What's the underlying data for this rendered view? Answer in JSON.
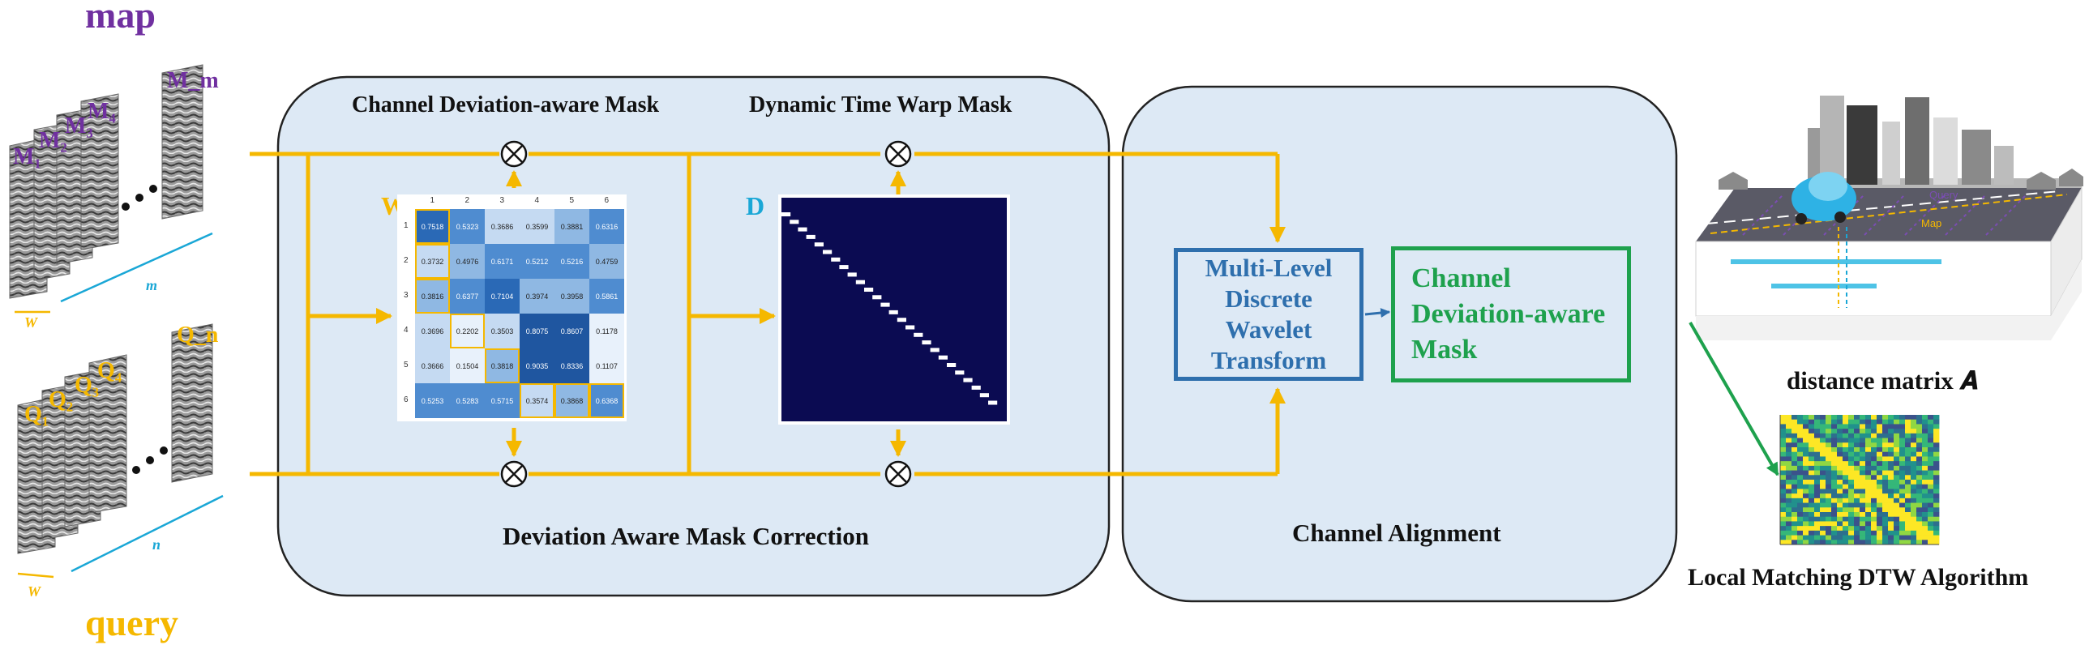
{
  "labels": {
    "map": "map",
    "query": "query",
    "w_top": "W",
    "m_top": "m",
    "w_bottom": "W",
    "n_bottom": "n",
    "map_frames": [
      "M₁",
      "M₂",
      "M₃",
      "M₄",
      "M_m"
    ],
    "query_frames": [
      "Q₁",
      "Q₂",
      "Q₃",
      "Q₄",
      "Q_n"
    ]
  },
  "panel1": {
    "title_left": "Channel Deviation-aware Mask",
    "title_right": "Dynamic Time Warp Mask",
    "caption": "Deviation Aware Mask Correction",
    "w_label": "W",
    "d_label": "D"
  },
  "panel2": {
    "caption": "Channel Alignment",
    "wavelet_box": "Multi-Level\nDiscrete\nWavelet\nTransform",
    "mask_box": "Channel\nDeviation-aware\nMask"
  },
  "right": {
    "distance_label": "distance matrix 𝑨",
    "algorithm_label": "Local Matching DTW Algorithm",
    "scene_query": "Query",
    "scene_map": "Map"
  },
  "matrix": {
    "col_headers": [
      "1",
      "2",
      "3",
      "4",
      "5",
      "6"
    ],
    "row_headers": [
      "1",
      "2",
      "3",
      "4",
      "5",
      "6"
    ],
    "rows": [
      [
        "0.7518",
        "0.5323",
        "0.3686",
        "0.3599",
        "0.3881",
        "0.6316"
      ],
      [
        "0.3732",
        "0.4976",
        "0.6171",
        "0.5212",
        "0.5216",
        "0.4759"
      ],
      [
        "0.3816",
        "0.6377",
        "0.7104",
        "0.3974",
        "0.3958",
        "0.5861"
      ],
      [
        "0.3696",
        "0.2202",
        "0.3503",
        "0.8075",
        "0.8607",
        "0.1178"
      ],
      [
        "0.3666",
        "0.1504",
        "0.3818",
        "0.9035",
        "0.8336",
        "0.1107"
      ],
      [
        "0.5253",
        "0.5283",
        "0.5715",
        "0.3574",
        "0.3868",
        "0.6368"
      ]
    ],
    "path_cells": [
      "0,0",
      "1,0",
      "2,0",
      "3,1",
      "4,2",
      "5,3",
      "5,4",
      "5,5"
    ]
  },
  "colors": {
    "arrow": "#f5b800",
    "panel_fill": "#dde9f5",
    "map_purple": "#7030a0",
    "query_yellow": "#f5b800",
    "wavelet_blue": "#2e6fad",
    "mask_green": "#1ea14d",
    "cyan": "#1aa7d6",
    "navy": "#0b0b52"
  }
}
